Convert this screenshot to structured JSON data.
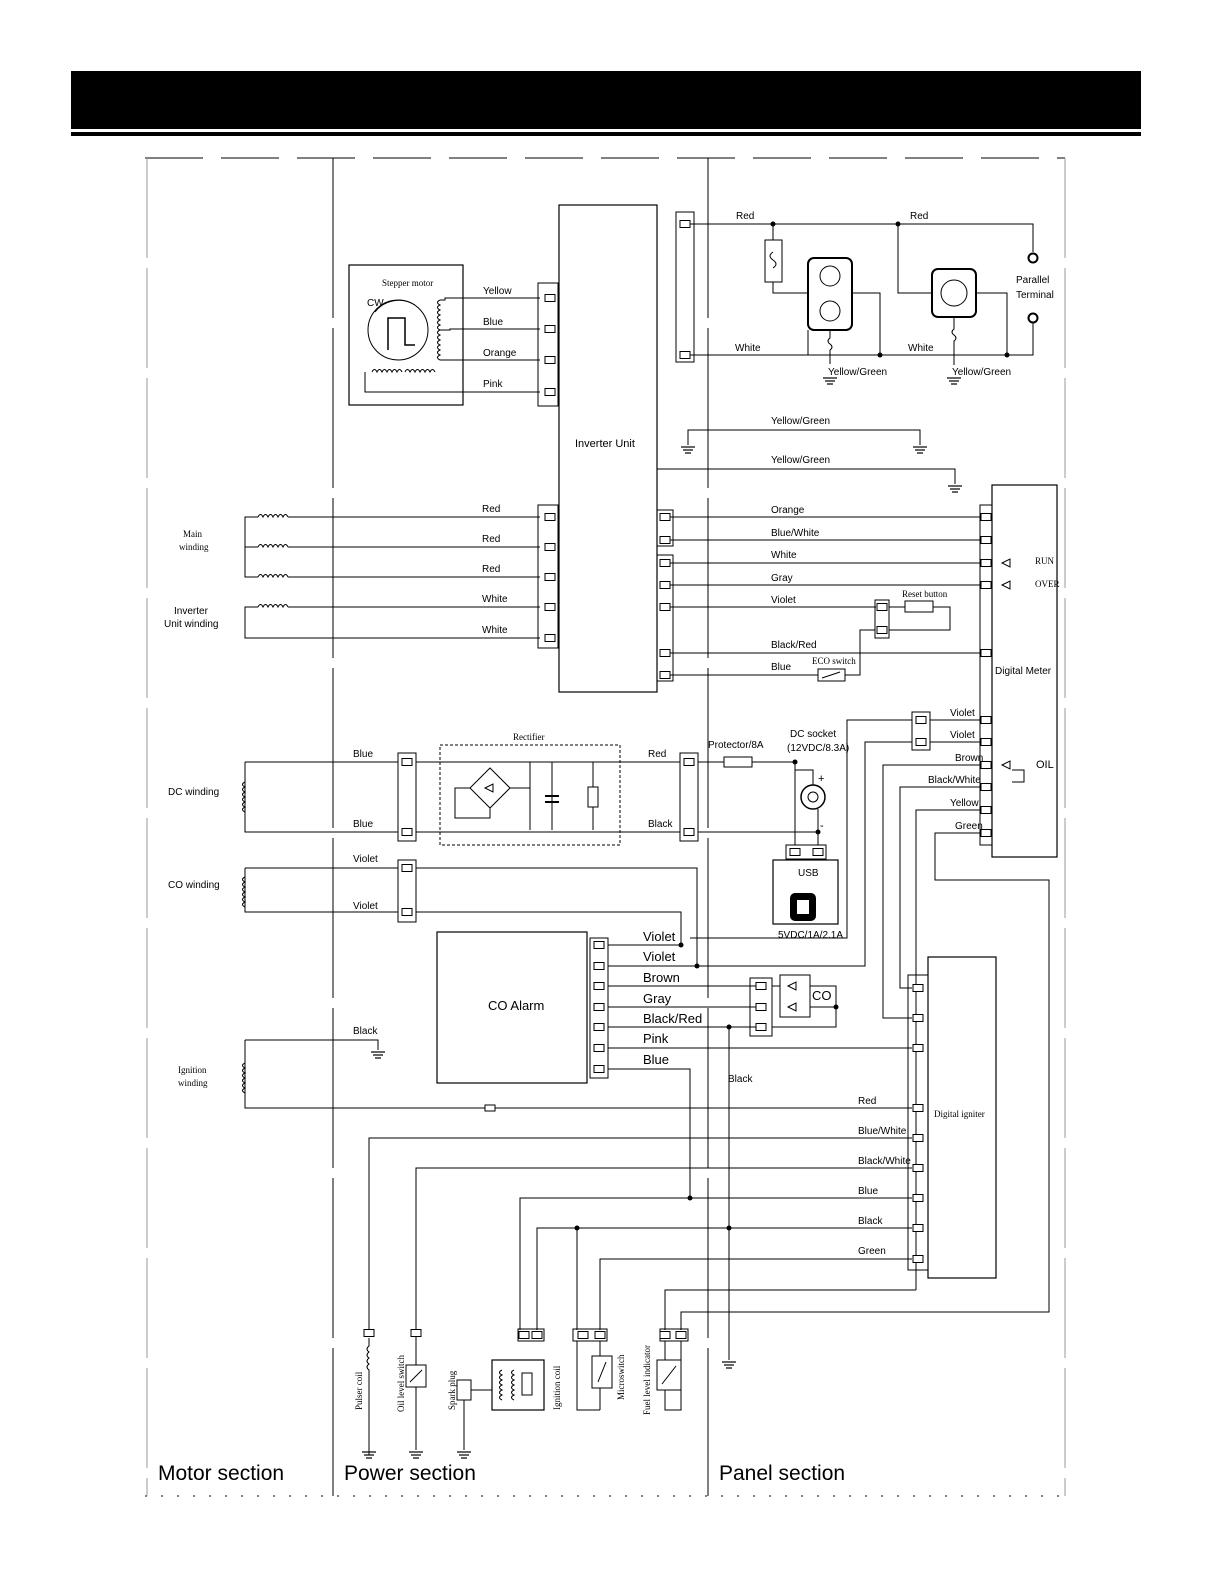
{
  "sections": {
    "motor": "Motor section",
    "power": "Power section",
    "panel": "Panel section"
  },
  "stepper": {
    "title": "Stepper motor",
    "cw": "CW",
    "wires": [
      "Yellow",
      "Blue",
      "Orange",
      "Pink"
    ]
  },
  "inverter": {
    "title": "Inverter Unit"
  },
  "windings": {
    "main": [
      "Main",
      "winding"
    ],
    "inverter": [
      "Inverter",
      "Unit winding"
    ],
    "dc": "DC winding",
    "co": "CO winding",
    "ignition": [
      "Ignition",
      "winding"
    ]
  },
  "winding_wires": [
    "Red",
    "Red",
    "Red",
    "White",
    "White"
  ],
  "ac_out": {
    "red1": "Red",
    "red2": "Red",
    "white1": "White",
    "white2": "White",
    "yg1": "Yellow/Green",
    "yg2": "Yellow/Green",
    "parallel": [
      "Parallel",
      "Terminal"
    ]
  },
  "ground_wires": [
    "Yellow/Green",
    "Yellow/Green"
  ],
  "meter_wires": [
    "Orange",
    "Blue/White",
    "White",
    "Gray",
    "Violet",
    "Black/Red",
    "Blue"
  ],
  "meter": {
    "title": "Digital Meter",
    "run": "RUN",
    "over": "OVER",
    "oil": "OIL",
    "reset": "Reset button",
    "eco": "ECO switch"
  },
  "meter_lower_wires": [
    "Violet",
    "Violet",
    "Brown",
    "Black/White",
    "Yellow",
    "Green"
  ],
  "dc": {
    "rectifier": "Rectifier",
    "blue1": "Blue",
    "blue2": "Blue",
    "red": "Red",
    "black": "Black",
    "protector": "Protector/8A",
    "socket": [
      "DC socket",
      "(12VDC/8.3A)"
    ],
    "usb": "USB",
    "usb_rating": "5VDC/1A/2.1A",
    "plus": "+",
    "minus": "-"
  },
  "co_winding_wires": [
    "Violet",
    "Violet"
  ],
  "co_alarm": {
    "title": "CO Alarm",
    "co": "CO",
    "wires": [
      "Violet",
      "Violet",
      "Brown",
      "Gray",
      "Black/Red",
      "Pink",
      "Blue"
    ]
  },
  "ignition": {
    "black": "Black",
    "black2": "Black"
  },
  "igniter": {
    "title": "Digital igniter",
    "wires": [
      "Red",
      "Blue/White",
      "Black/White",
      "Blue",
      "Black",
      "Green"
    ]
  },
  "bottom": {
    "pulser": "Pulser coil",
    "oil_switch": "Oil level switch",
    "spark": "Spark plug",
    "ign_coil": "Ignition coil",
    "micro": "Microswitch",
    "fuel": "Fuel level indicator"
  }
}
